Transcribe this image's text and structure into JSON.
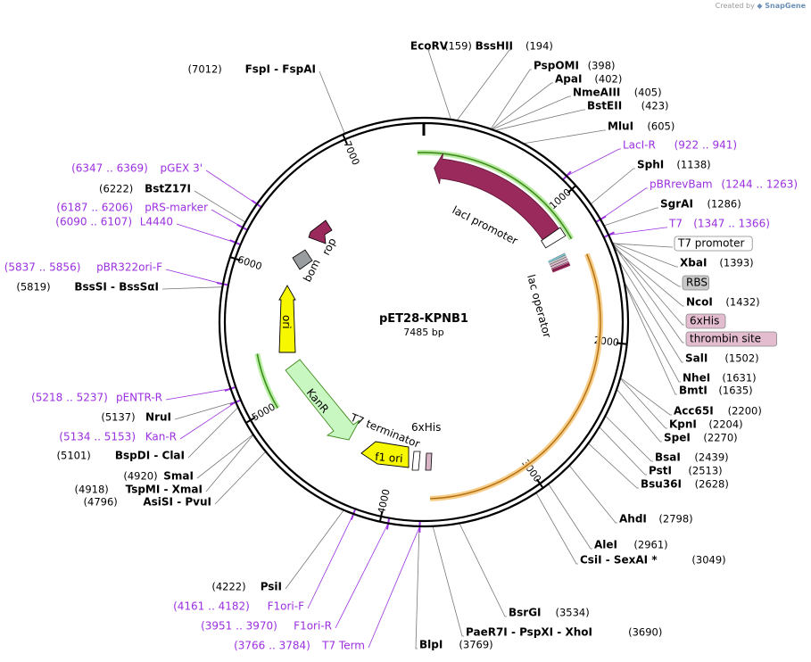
{
  "credit": {
    "prefix": "Created by",
    "brand": "SnapGene"
  },
  "plasmid": {
    "name": "pET28-KPNB1",
    "length": "7485 bp",
    "length_bp": 7485
  },
  "colors": {
    "lacI": "#9b2a5c",
    "rop": "#9b2a5c",
    "bom": "#9a9da0",
    "ori": "#f7f700",
    "kanR": "#c8f7c2",
    "f1ori": "#f7f700",
    "t7term": "#d8d8d8",
    "orf": "#f0b040",
    "primer": "#9b30e0",
    "promoter_outline": "#5aa02c"
  },
  "ticks": [
    "1000",
    "2000",
    "3000",
    "4000",
    "5000",
    "6000",
    "7000"
  ],
  "features": {
    "lacI": "lacI",
    "lacI_promoter": "lacI promoter",
    "lac_operator": "lac operator",
    "rop": "rop",
    "bom": "bom",
    "ori": "ori",
    "kanR": "KanR",
    "t7_terminator": "T7 terminator",
    "his6": "6xHis",
    "f1_ori": "f1 ori"
  },
  "sites_right": [
    {
      "name": "EcoRV",
      "pos": "(159)"
    },
    {
      "name": "BssHII",
      "pos": "(194)"
    },
    {
      "name": "PspOMI",
      "pos": "(398)"
    },
    {
      "name": "ApaI",
      "pos": "(402)"
    },
    {
      "name": "NmeAIII",
      "pos": "(405)"
    },
    {
      "name": "BstEII",
      "pos": "(423)"
    },
    {
      "name": "MluI",
      "pos": "(605)"
    },
    {
      "name": "LacI-R",
      "pos": "(922 .. 941)"
    },
    {
      "name": "SphI",
      "pos": "(1138)"
    },
    {
      "name": "pBRrevBam",
      "pos": "(1244 .. 1263)"
    },
    {
      "name": "SgrAI",
      "pos": "(1286)"
    },
    {
      "name": "T7",
      "pos": "(1347 .. 1366)"
    },
    {
      "name": "T7 promoter",
      "pos": ""
    },
    {
      "name": "XbaI",
      "pos": "(1393)"
    },
    {
      "name": "RBS",
      "pos": ""
    },
    {
      "name": "NcoI",
      "pos": "(1432)"
    },
    {
      "name": "6xHis",
      "pos": ""
    },
    {
      "name": "thrombin site",
      "pos": ""
    },
    {
      "name": "SalI",
      "pos": "(1502)"
    },
    {
      "name": "NheI",
      "pos": "(1631)"
    },
    {
      "name": "BmtI",
      "pos": "(1635)"
    },
    {
      "name": "Acc65I",
      "pos": "(2200)"
    },
    {
      "name": "KpnI",
      "pos": "(2204)"
    },
    {
      "name": "SpeI",
      "pos": "(2270)"
    },
    {
      "name": "BsaI",
      "pos": "(2439)"
    },
    {
      "name": "PstI",
      "pos": "(2513)"
    },
    {
      "name": "Bsu36I",
      "pos": "(2628)"
    },
    {
      "name": "AhdI",
      "pos": "(2798)"
    },
    {
      "name": "AleI",
      "pos": "(2961)"
    },
    {
      "name": "CsiI - SexAI *",
      "pos": "(3049)"
    },
    {
      "name": "BsrGI",
      "pos": "(3534)"
    },
    {
      "name": "PaeR7I - PspXI - XhoI",
      "pos": "(3690)"
    },
    {
      "name": "BlpI",
      "pos": "(3769)"
    }
  ],
  "sites_left": [
    {
      "name": "FspI - FspAI",
      "pos": "(7012)"
    },
    {
      "name": "pGEX 3'",
      "pos": "(6347 .. 6369)"
    },
    {
      "name": "BstZ17I",
      "pos": "(6222)"
    },
    {
      "name": "pRS-marker",
      "pos": "(6187 .. 6206)"
    },
    {
      "name": "L4440",
      "pos": "(6090 .. 6107)"
    },
    {
      "name": "pBR322ori-F",
      "pos": "(5837 .. 5856)"
    },
    {
      "name": "BssSI - BssSαI",
      "pos": "(5819)"
    },
    {
      "name": "pENTR-R",
      "pos": "(5218 .. 5237)"
    },
    {
      "name": "NruI",
      "pos": "(5137)"
    },
    {
      "name": "Kan-R",
      "pos": "(5134 .. 5153)"
    },
    {
      "name": "BspDI - ClaI",
      "pos": "(5101)"
    },
    {
      "name": "SmaI",
      "pos": "(4920)"
    },
    {
      "name": "TspMI - XmaI",
      "pos": "(4918)"
    },
    {
      "name": "AsiSI - PvuI",
      "pos": "(4796)"
    },
    {
      "name": "PsiI",
      "pos": "(4222)"
    },
    {
      "name": "F1ori-F",
      "pos": "(4161 .. 4182)"
    },
    {
      "name": "F1ori-R",
      "pos": "(3951 .. 3970)"
    },
    {
      "name": "T7 Term",
      "pos": "(3766 .. 3784)"
    }
  ]
}
